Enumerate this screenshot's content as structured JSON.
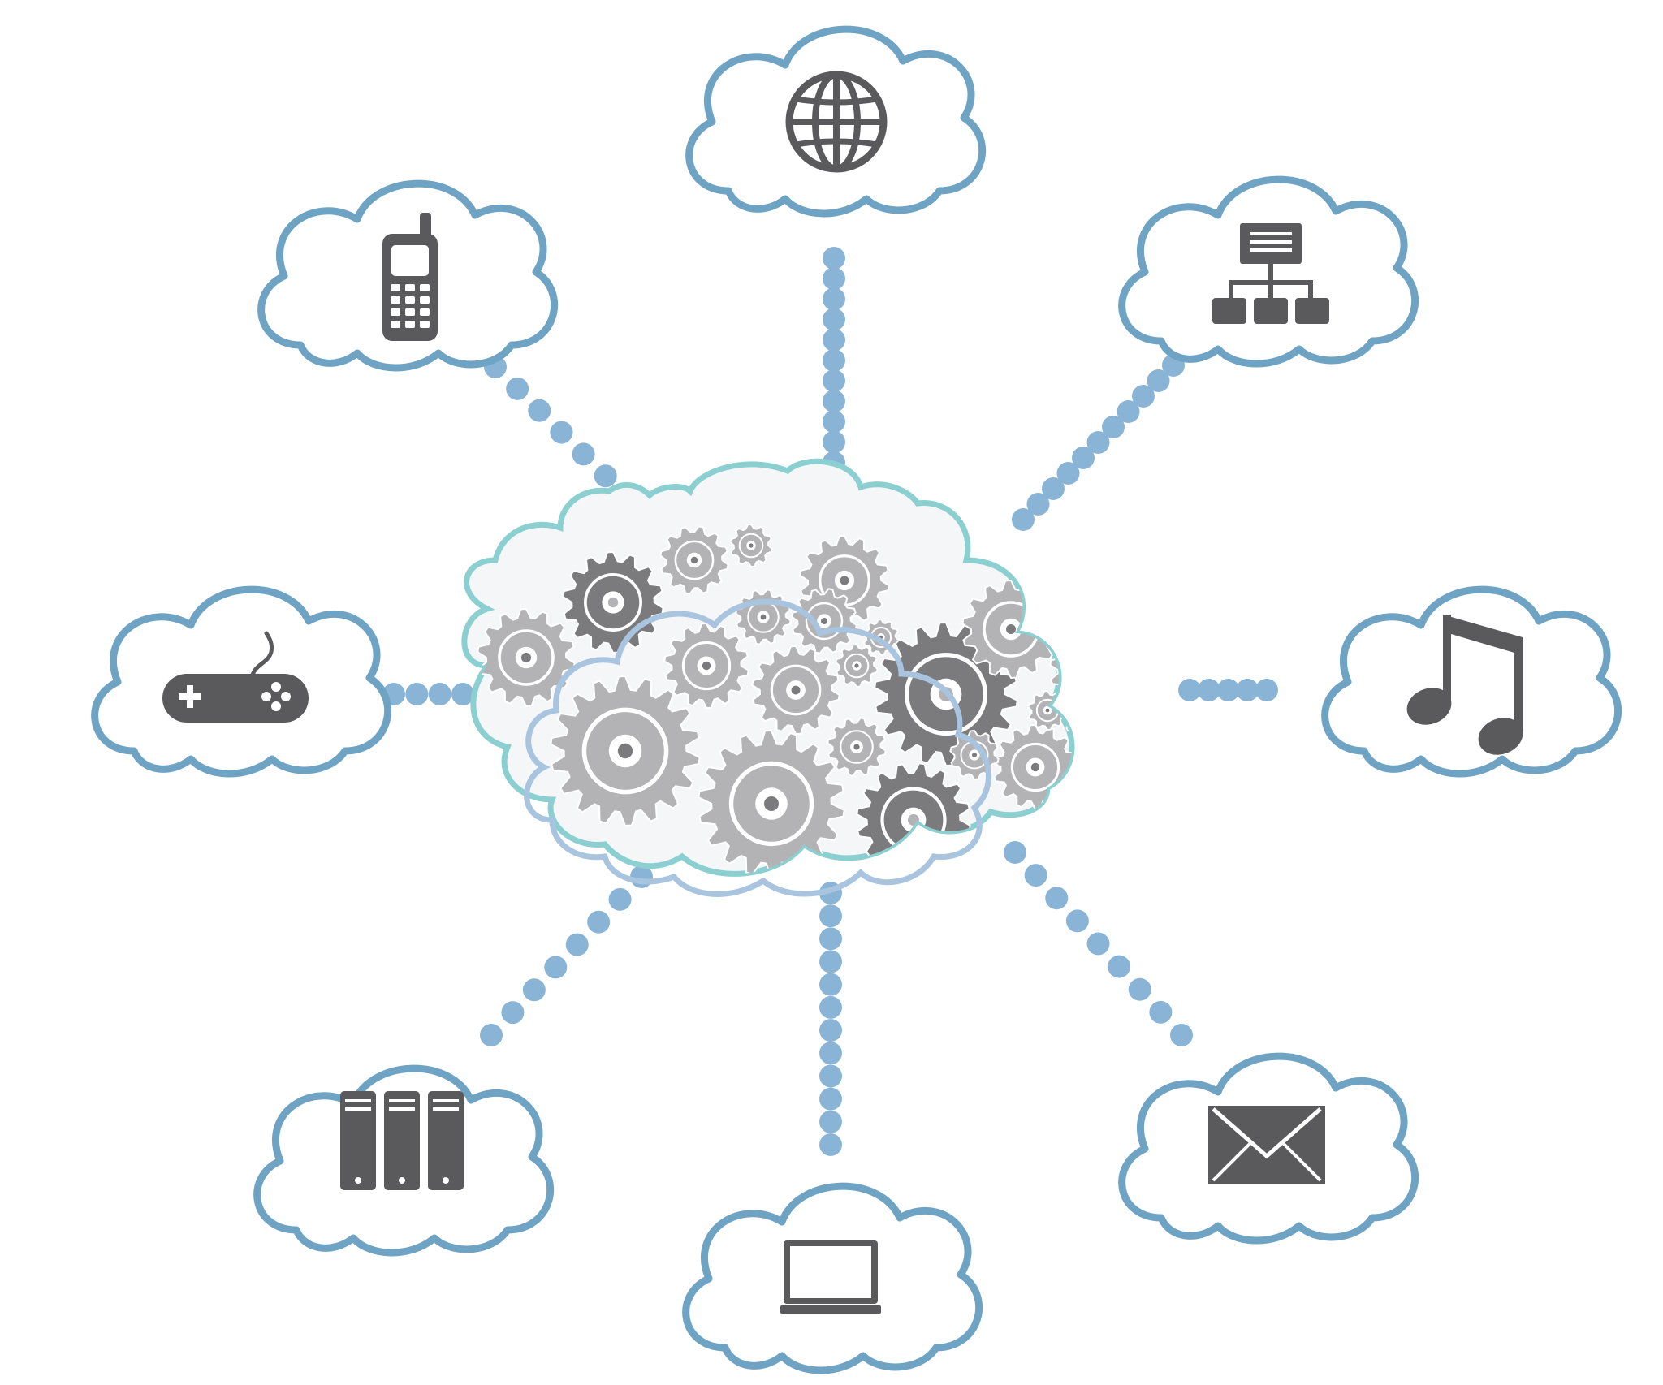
{
  "colors": {
    "background": "#ffffff",
    "cloud_outline": "#6fa3c3",
    "connector_dots": "#8ab4d6",
    "icon": "#5a5a5d",
    "gear_light": "#b3b3b5",
    "gear_dark": "#7b7b7e",
    "hub_outline_inner": "#a9c4df",
    "hub_outline_outer": "#8ccfd1"
  },
  "hub": {
    "icon": "gears-icon",
    "description_shown": false
  },
  "satellites": [
    {
      "id": "globe",
      "icon": "globe-icon"
    },
    {
      "id": "mobile-phone",
      "icon": "mobile-phone-icon"
    },
    {
      "id": "network",
      "icon": "network-hierarchy-icon"
    },
    {
      "id": "gamepad",
      "icon": "gamepad-icon"
    },
    {
      "id": "music",
      "icon": "music-note-icon"
    },
    {
      "id": "servers",
      "icon": "server-rack-icon"
    },
    {
      "id": "mail",
      "icon": "envelope-icon"
    },
    {
      "id": "laptop",
      "icon": "laptop-icon"
    }
  ]
}
